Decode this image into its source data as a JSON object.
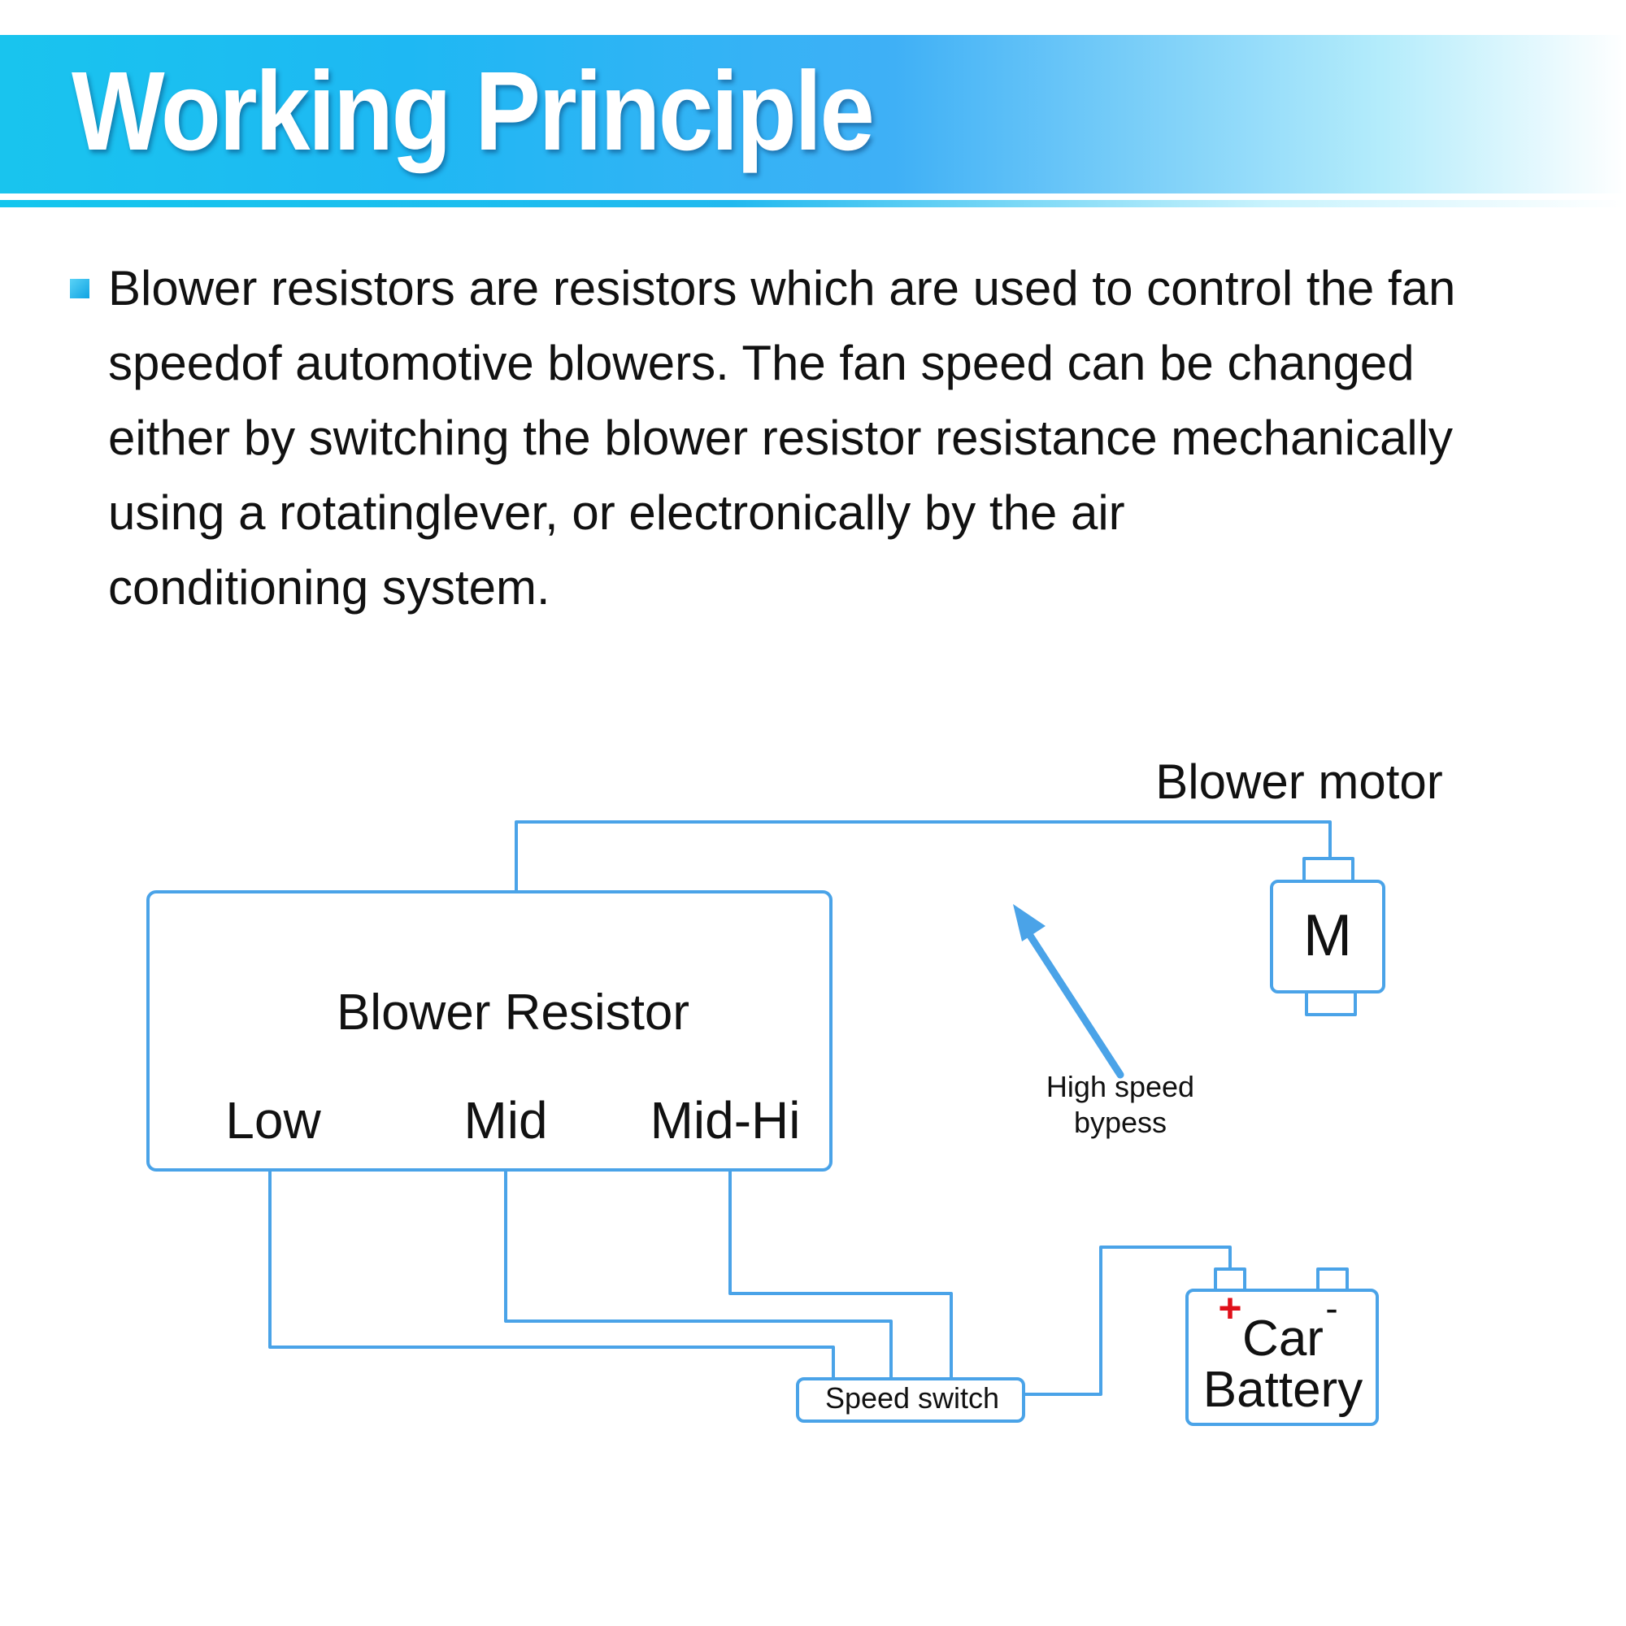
{
  "header": {
    "title": "Working Principle"
  },
  "content": {
    "paragraph_lines": [
      "Blower resistors are resistors which are used to control the fan",
      "speedof automotive blowers. The fan speed can be changed",
      "either by switching the blower resistor resistance mechanically",
      "using a rotatinglever, or electronically by the air",
      "conditioning system."
    ]
  },
  "diagram": {
    "motor_caption": "Blower motor",
    "motor_symbol": "M",
    "resistor_label": "Blower Resistor",
    "taps": {
      "low": "Low",
      "mid": "Mid",
      "mid_hi": "Mid-Hi"
    },
    "bypass_label_line1": "High speed",
    "bypass_label_line2": "bypess",
    "switch_label": "Speed switch",
    "battery_line1": "Car",
    "battery_line2": "Battery",
    "battery_plus": "+",
    "battery_minus": "-",
    "colors": {
      "wire": "#4aa3e8",
      "accent": "#1eb8f3",
      "plus": "#e0101a"
    }
  }
}
